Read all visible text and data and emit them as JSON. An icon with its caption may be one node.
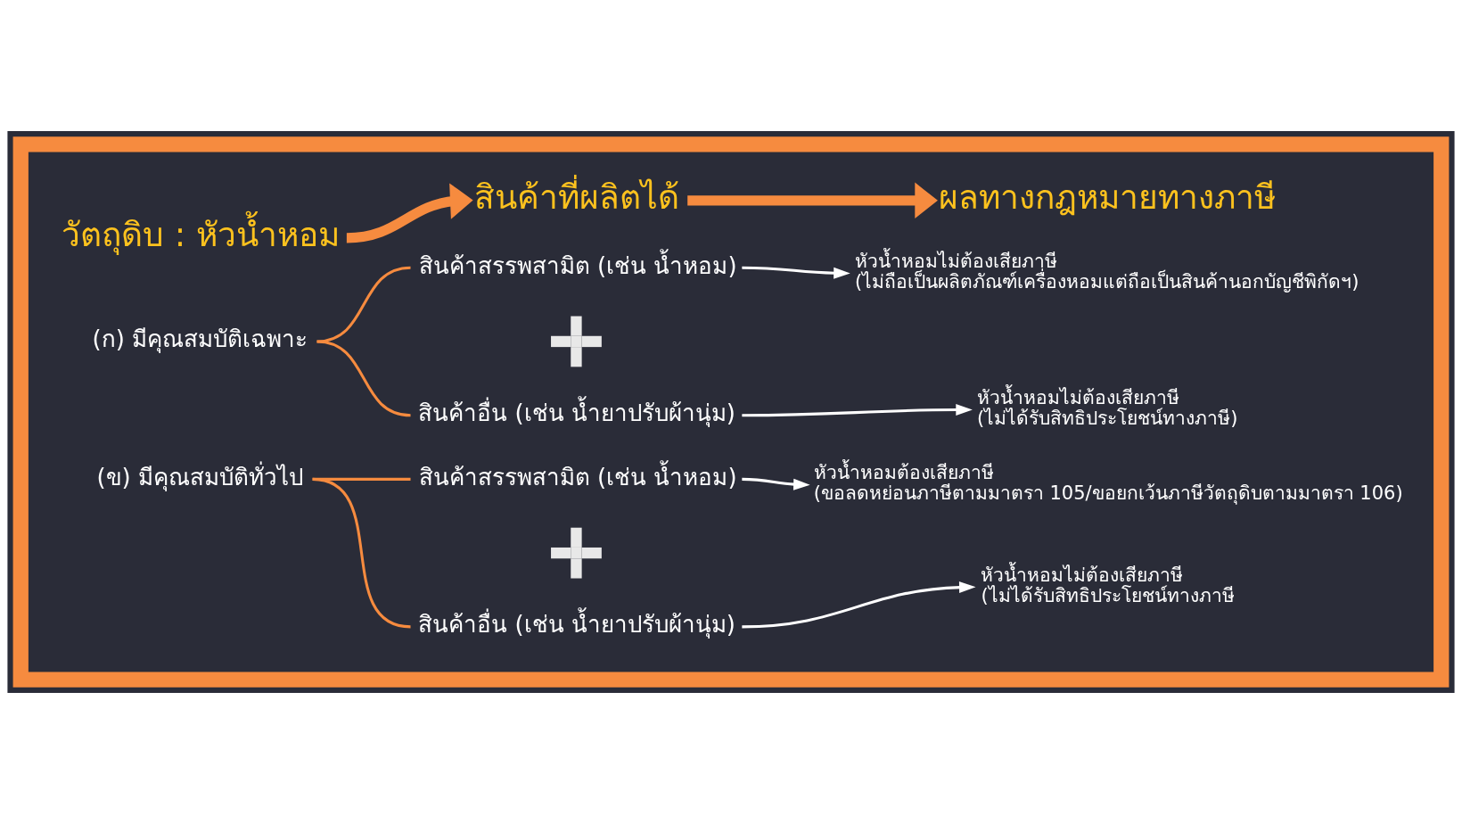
{
  "diagram": {
    "nodes": [
      {
        "text": [],
        "shape": "box"
      },
      {
        "text": [
          "วัตถุดิบ : หัวน้ำหอม"
        ],
        "in": 0
      },
      {
        "text": [
          "สินค้าที่ผลิตได้"
        ],
        "in": 0
      },
      {
        "text": [
          "ผลทางกฎหมายทางภาษี"
        ],
        "in": 0
      },
      {
        "text": [
          "(ก) มีคุณสมบัติเฉพาะ"
        ],
        "in": 0
      },
      {
        "text": [
          "สินค้าสรรพสามิต (เช่น น้ำหอม)"
        ],
        "in": 0
      },
      {
        "text": [
          "หัวน้ำหอมไม่ต้องเสียภาษี",
          "(ไม่ถือเป็นผลิตภัณฑ์เครื่องหอมแต่ถือเป็นสินค้านอกบัญชีพิกัดฯ)"
        ],
        "in": 0
      },
      {
        "text": [],
        "shape": "plus",
        "in": 0
      },
      {
        "text": [
          "สินค้าอื่น (เช่น น้ำยาปรับผ้านุ่ม)"
        ],
        "in": 0
      },
      {
        "text": [
          "หัวน้ำหอมไม่ต้องเสียภาษี",
          "(ไม่ได้รับสิทธิประโยชน์ทางภาษี)"
        ],
        "in": 0
      },
      {
        "text": [
          "(ข) มีคุณสมบัติทั่วไป"
        ],
        "in": 0
      },
      {
        "text": [
          "สินค้าสรรพสามิต (เช่น น้ำหอม)"
        ],
        "in": 0
      },
      {
        "text": [
          "หัวน้ำหอมต้องเสียภาษี",
          "(ขอลดหย่อนภาษีตามมาตรา 105/ขอยกเว้นภาษีวัตถุดิบตามมาตรา 106)"
        ],
        "in": 0
      },
      {
        "text": [],
        "shape": "plus",
        "in": 0
      },
      {
        "text": [
          "สินค้าอื่น (เช่น น้ำยาปรับผ้านุ่ม)"
        ],
        "in": 0
      },
      {
        "text": [
          "หัวน้ำหอมไม่ต้องเสียภาษี",
          "(ไม่ได้รับสิทธิประโยชน์ทางภาษี"
        ],
        "in": 0
      }
    ],
    "edges": [
      {
        "from": 1,
        "to": 2,
        "arrow": "to",
        "style": "thick"
      },
      {
        "from": 2,
        "to": 3,
        "arrow": "to",
        "style": "thick"
      },
      {
        "from": 4,
        "to": 5,
        "arrow": "none"
      },
      {
        "from": 4,
        "to": 8,
        "arrow": "none"
      },
      {
        "from": 5,
        "to": 6,
        "arrow": "to",
        "color": "#ffffff"
      },
      {
        "from": 8,
        "to": 9,
        "arrow": "to",
        "color": "#ffffff"
      },
      {
        "from": 10,
        "to": 11,
        "arrow": "none"
      },
      {
        "from": 10,
        "to": 14,
        "arrow": "none"
      },
      {
        "from": 11,
        "to": 12,
        "arrow": "to",
        "color": "#ffffff"
      },
      {
        "from": 14,
        "to": 15,
        "arrow": "to",
        "color": "#ffffff"
      }
    ]
  }
}
